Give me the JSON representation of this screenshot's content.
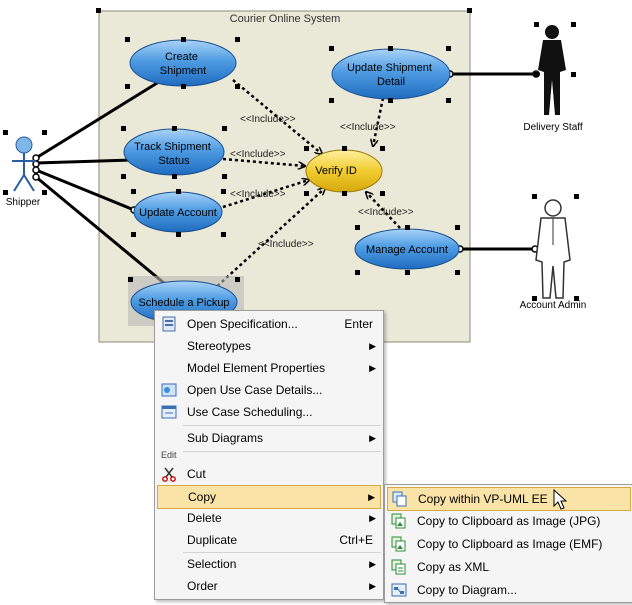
{
  "system_boundary": {
    "title": "Courier Online System"
  },
  "actors": {
    "shipper": "Shipper",
    "delivery_staff": "Delivery Staff",
    "account_admin": "Account Admin"
  },
  "use_cases": {
    "create_shipment": [
      "Create",
      "Shipment"
    ],
    "track_shipment": [
      "Track Shipment",
      "Status"
    ],
    "update_account": "Update Account",
    "schedule_pickup": "Schedule a Pickup",
    "verify_id": "Verify ID",
    "update_shipment_detail": [
      "Update Shipment",
      "Detail"
    ],
    "manage_account": "Manage Account"
  },
  "include_label": "<<Include>>",
  "context_menu": {
    "items": {
      "open_specification": "Open Specification...",
      "open_specification_shortcut": "Enter",
      "stereotypes": "Stereotypes",
      "model_element_properties": "Model Element Properties",
      "open_use_case_details": "Open Use Case Details...",
      "use_case_scheduling": "Use Case Scheduling...",
      "sub_diagrams": "Sub Diagrams",
      "edit_group": "Edit",
      "cut": "Cut",
      "copy": "Copy",
      "delete": "Delete",
      "duplicate": "Duplicate",
      "duplicate_shortcut": "Ctrl+E",
      "selection": "Selection",
      "order": "Order"
    }
  },
  "copy_submenu": {
    "items": {
      "copy_within": "Copy within VP-UML EE",
      "copy_jpg": "Copy to Clipboard as Image (JPG)",
      "copy_emf": "Copy to Clipboard as Image (EMF)",
      "copy_xml": "Copy as XML",
      "copy_to_diagram": "Copy to Diagram..."
    }
  },
  "colors": {
    "boundary_fill": "#eae9d8",
    "use_case_blue": "#3d8fd9",
    "verify_yellow": "#f1cc2e",
    "highlight": "#f9e3a6"
  }
}
